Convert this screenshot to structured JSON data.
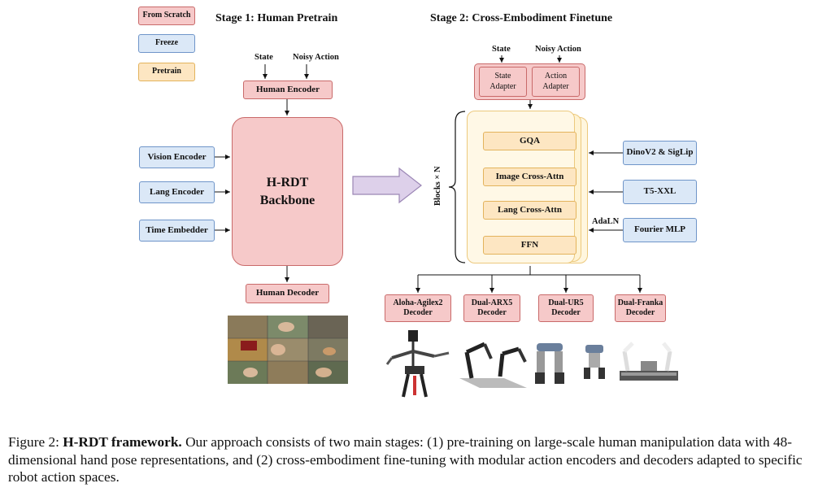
{
  "legend": {
    "scratch": "From Scratch",
    "freeze": "Freeze",
    "pretrain": "Pretrain"
  },
  "stage1": {
    "title": "Stage 1:  Human Pretrain",
    "state": "State",
    "noisy_action": "Noisy Action",
    "human_encoder": "Human Encoder",
    "vision_encoder": "Vision Encoder",
    "lang_encoder": "Lang Encoder",
    "time_embedder": "Time Embedder",
    "backbone_line1": "H-RDT",
    "backbone_line2": "Backbone",
    "human_decoder": "Human Decoder"
  },
  "stage2": {
    "title": "Stage 2:  Cross-Embodiment  Finetune",
    "state": "State",
    "noisy_action": "Noisy Action",
    "state_adapter_l1": "State",
    "state_adapter_l2": "Adapter",
    "action_adapter_l1": "Action",
    "action_adapter_l2": "Adapter",
    "blocks_label": "Blocks × N",
    "gqa": "GQA",
    "image_cross_attn": "Image Cross-Attn",
    "lang_cross_attn": "Lang Cross-Attn",
    "ffn": "FFN",
    "dinov2": "DinoV2 & SigLip",
    "t5": "T5-XXL",
    "fourier": "Fourier MLP",
    "adaln": "AdaLN",
    "decoders": [
      {
        "l1": "Aloha-Agilex2",
        "l2": "Decoder"
      },
      {
        "l1": "Dual-ARX5",
        "l2": "Decoder"
      },
      {
        "l1": "Dual-UR5",
        "l2": "Decoder"
      },
      {
        "l1": "Dual-Franka",
        "l2": "Decoder"
      }
    ]
  },
  "caption": {
    "prefix": "Figure 2: ",
    "bold": "H-RDT framework.",
    "text": " Our approach consists of two main stages: (1) pre-training on large-scale human manipulation data with 48-dimensional hand pose representations, and (2) cross-embodiment fine-tuning with modular action encoders and decoders adapted to specific robot action spaces."
  },
  "colors": {
    "scratch_fill": "#f6c9c9",
    "freeze_fill": "#dbe8f7",
    "pretrain_fill": "#fde6c2",
    "arrow_fill": "#ddd0ea"
  }
}
